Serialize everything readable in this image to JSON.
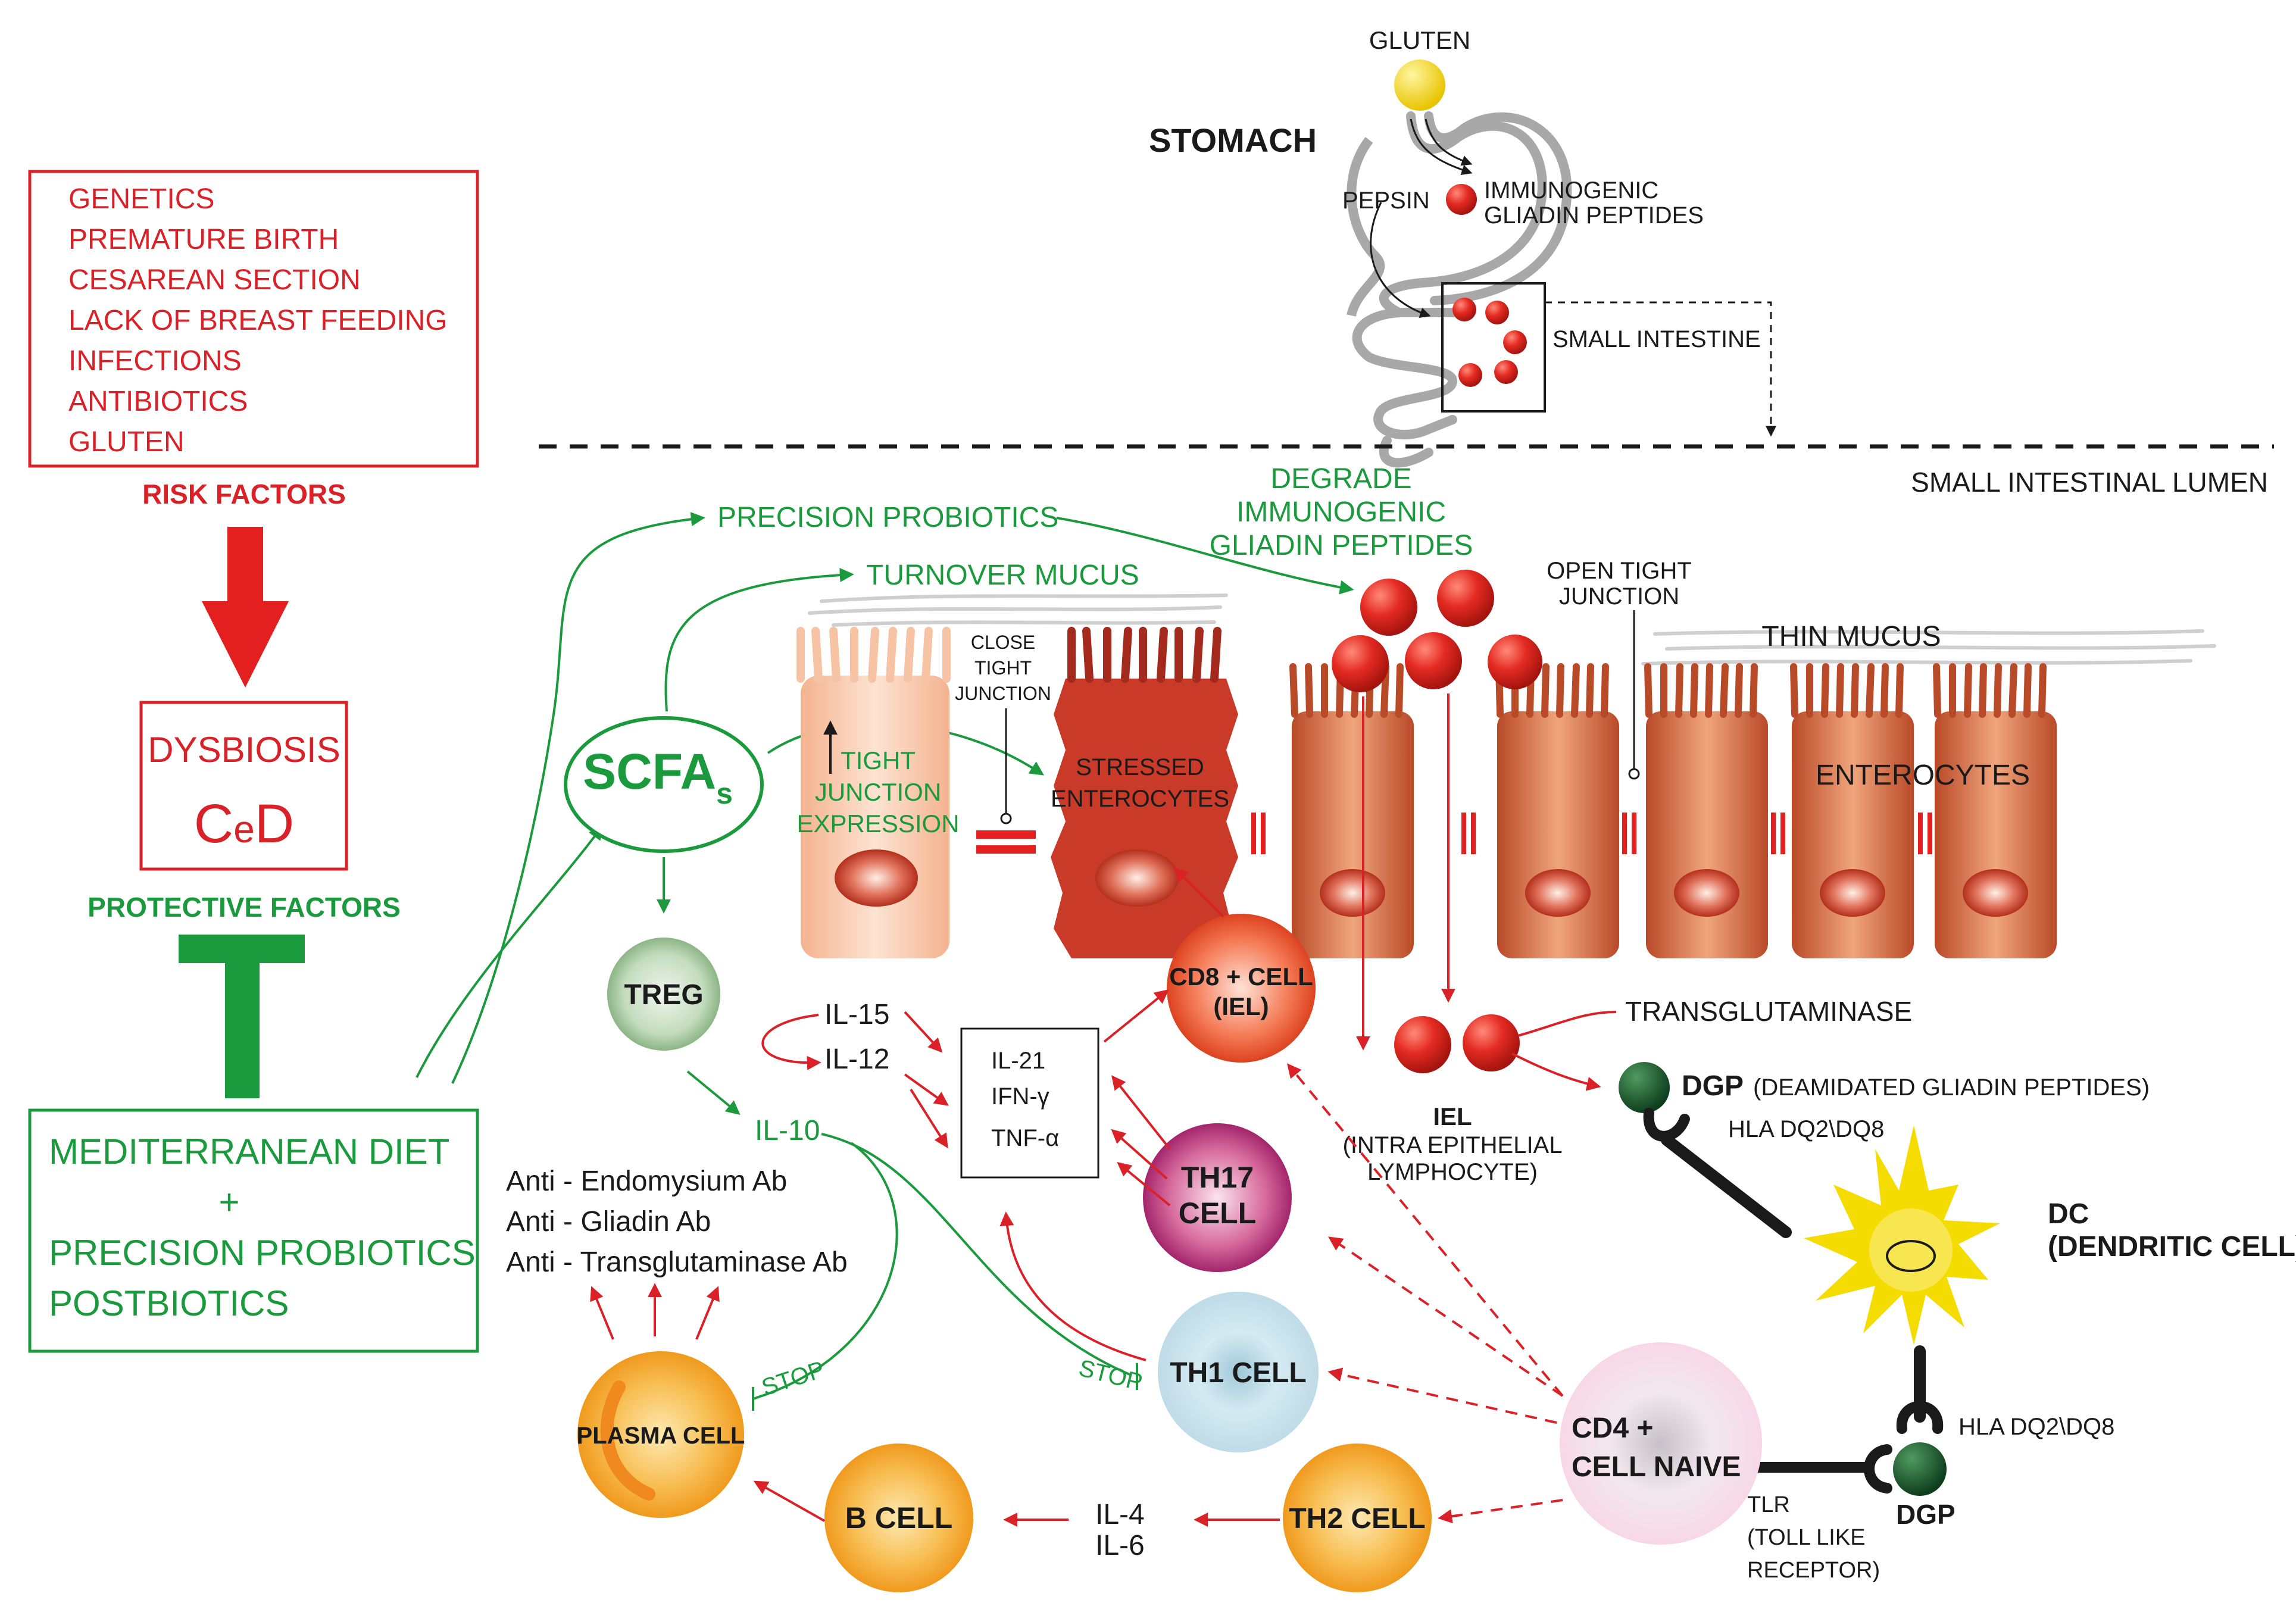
{
  "top": {
    "gluten": "GLUTEN",
    "stomach": "STOMACH",
    "pepsin": "PEPSIN",
    "immunogenic_1": "IMMUNOGENIC",
    "immunogenic_2": "GLIADIN PEPTIDES",
    "small_intestine": "SMALL INTESTINE",
    "lumen": "SMALL INTESTINAL LUMEN"
  },
  "risk": {
    "items": [
      "GENETICS",
      "PREMATURE BIRTH",
      "CESAREAN SECTION",
      "LACK OF BREAST FEEDING",
      "INFECTIONS",
      "ANTIBIOTICS",
      "GLUTEN"
    ],
    "label": "RISK FACTORS"
  },
  "dysbiosis": {
    "line1": "DYSBIOSIS",
    "line2_c": "C",
    "line2_e": "e",
    "line2_d": "D"
  },
  "protective": {
    "label": "PROTECTIVE FACTORS",
    "line1": "MEDITERRANEAN DIET",
    "line2": "+",
    "line3": "PRECISION PROBIOTICS",
    "line4": "POSTBIOTICS"
  },
  "green_labels": {
    "precision_probiotics": "PRECISION PROBIOTICS",
    "turnover_mucus": "TURNOVER MUCUS",
    "degrade_1": "DEGRADE",
    "degrade_2": "IMMUNOGENIC",
    "degrade_3": "GLIADIN PEPTIDES",
    "scfa": "SCFA",
    "scfa_sub": "s",
    "tight_1": "TIGHT",
    "tight_2": "JUNCTION",
    "tight_3": "EXPRESSION",
    "il10": "IL-10",
    "stop_1": "STOP",
    "stop_2": "STOP"
  },
  "epithelium": {
    "close_1": "CLOSE",
    "close_2": "TIGHT",
    "close_3": "JUNCTION",
    "stressed_1": "STRESSED",
    "stressed_2": "ENTEROCYTES",
    "open_1": "OPEN TIGHT",
    "open_2": "JUNCTION",
    "thin_mucus": "THIN MUCUS",
    "enterocytes": "ENTEROCYTES",
    "transglutaminase": "TRANSGLUTAMINASE"
  },
  "cells": {
    "treg": "TREG",
    "cd8_1": "CD8 + CELL",
    "cd8_2": "(IEL)",
    "th17_1": "TH17",
    "th17_2": "CELL",
    "th1": "TH1 CELL",
    "th2": "TH2 CELL",
    "bcell": "B CELL",
    "plasma": "PLASMA CELL",
    "cd4_1": "CD4 +",
    "cd4_2": "CELL NAIVE",
    "dc_1": "DC",
    "dc_2": "(DENDRITIC CELL)"
  },
  "cytokines": {
    "il15": "IL-15",
    "il12": "IL-12",
    "box": [
      "IL-21",
      "IFN-γ",
      "TNF-α"
    ],
    "il4": "IL-4",
    "il6": "IL-6"
  },
  "antibodies": [
    "Anti - Endomysium Ab",
    "Anti - Gliadin Ab",
    "Anti - Transglutaminase Ab"
  ],
  "iel": {
    "title": "IEL",
    "line1": "(INTRA EPITHELIAL",
    "line2": "LYMPHOCYTE)"
  },
  "dgp": {
    "label": "DGP",
    "desc": "(DEAMIDATED GLIADIN PEPTIDES)",
    "hla1": "HLA DQ2\\DQ8",
    "hla2": "HLA DQ2\\DQ8",
    "label2": "DGP",
    "tlr_1": "TLR",
    "tlr_2": "(TOLL LIKE",
    "tlr_3": "RECEPTOR)"
  },
  "colors": {
    "red": "#d92127",
    "green": "#1a9a3c",
    "cell_red": "#c6452d",
    "yellow": "#f5dc00",
    "dgp_green": "#1c5a2e"
  }
}
